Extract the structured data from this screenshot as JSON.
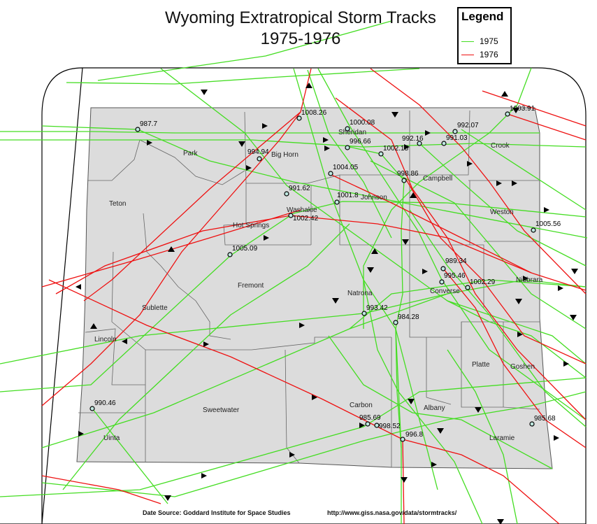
{
  "title": {
    "line1": "Wyoming Extratropical Storm Tracks",
    "line2": "1975-1976"
  },
  "legend": {
    "title": "Legend",
    "items": [
      {
        "label": "1975",
        "color": "#44dd22"
      },
      {
        "label": "1976",
        "color": "#ee1111"
      }
    ]
  },
  "colors": {
    "county_fill": "#dcdcdc",
    "county_border": "#555555",
    "frame": "#000000"
  },
  "counties": [
    "Park",
    "Big Horn",
    "Sheridan",
    "Crook",
    "Campbell",
    "Teton",
    "Washakie",
    "Hot Springs",
    "Johnson",
    "Weston",
    "Fremont",
    "Natrona",
    "Converse",
    "Niobrara",
    "Sublette",
    "Lincoln",
    "Sweetwater",
    "Carbon",
    "Albany",
    "Platte",
    "Goshen",
    "Uinta",
    "Laramie"
  ],
  "pressures": [
    "987.7",
    "1008.26",
    "1000.08",
    "992.07",
    "1003.91",
    "994.94",
    "996.66",
    "992.16",
    "991.03",
    "1002.15",
    "1004.05",
    "998.86",
    "991.62",
    "1001.8",
    "1002.42",
    "1005.56",
    "1005.09",
    "989.34",
    "995.46",
    "1002.29",
    "993.42",
    "984.28",
    "990.46",
    "985.69",
    "998.52",
    "996.8",
    "985.68"
  ],
  "footer": {
    "source": "Date Source: Goddard Institute for Space Studies",
    "url": "http://www.giss.nasa.gov/data/stormtracks/"
  }
}
